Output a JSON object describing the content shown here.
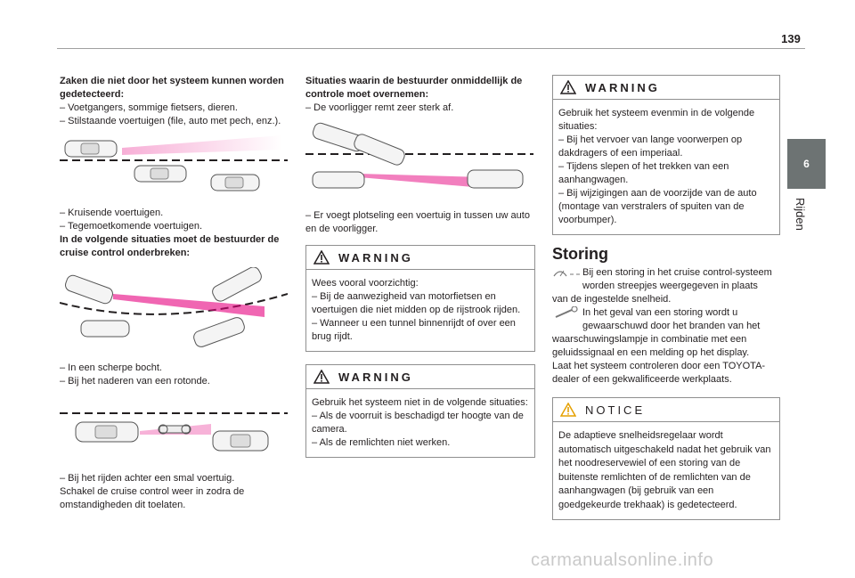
{
  "page": {
    "number": "139",
    "tab_number": "6",
    "tab_label": "Rijden",
    "watermark": "carmanualsonline.info"
  },
  "col1": {
    "heading1": "Zaken die niet door het systeem kunnen worden gedetecteerd:",
    "line1": "–  Voetgangers, sommige fietsers, dieren.",
    "line2": "–  Stilstaande voertuigen (file, auto met pech, enz.).",
    "line3": "–  Kruisende voertuigen.",
    "line4": "–  Tegemoetkomende voertuigen.",
    "heading2": "In de volgende situaties moet de bestuurder de cruise control onderbreken:",
    "line5": "–  In een scherpe bocht.",
    "line6": "–  Bij het naderen van een rotonde.",
    "line7": "–  Bij het rijden achter een smal voertuig.",
    "line8": "Schakel de cruise control weer in zodra de omstandigheden dit toelaten."
  },
  "col2": {
    "heading1": "Situaties waarin de bestuurder onmiddellijk de controle moet overnemen:",
    "line1": "–  De voorligger remt zeer sterk af.",
    "line2": "–  Er voegt plotseling een voertuig in tussen uw auto en de voorligger.",
    "warning1": {
      "title": "WARNING",
      "l1": "Wees vooral voorzichtig:",
      "l2": "–  Bij de aanwezigheid van motorfietsen en voertuigen die niet midden op de rijstrook rijden.",
      "l3": "–  Wanneer u een tunnel binnenrijdt of over een brug rijdt."
    },
    "warning2": {
      "title": "WARNING",
      "l1": "Gebruik het systeem niet in de volgende situaties:",
      "l2": "–  Als de voorruit is beschadigd ter hoogte van de camera.",
      "l3": "–  Als de remlichten niet werken."
    }
  },
  "col3": {
    "warning": {
      "title": "WARNING",
      "l1": "Gebruik het systeem evenmin in de volgende situaties:",
      "l2": "–  Bij het vervoer van lange voorwerpen op dakdragers of een imperiaal.",
      "l3": "–  Tijdens slepen of het trekken van een aanhangwagen.",
      "l4": "–  Bij wijzigingen aan de voorzijde van de auto (montage van verstralers of spuiten van de voorbumper)."
    },
    "storing": {
      "title": "Storing",
      "p1a": "Bij een storing in het cruise control-systeem worden streepjes weergegeven in plaats",
      "p1b": "van de ingestelde snelheid.",
      "p2a": "In het geval van een storing wordt u gewaarschuwd door het branden van het",
      "p2b": "waarschuwingslampje in combinatie met een geluidssignaal en een melding op het display.",
      "p3": "Laat het systeem controleren door een TOYOTA-dealer of een gekwalificeerde werkplaats."
    },
    "notice": {
      "title": "NOTICE",
      "text": "De adaptieve snelheidsregelaar wordt automatisch uitgeschakeld nadat het gebruik van het noodreservewiel of een storing van de buitenste remlichten of de remlichten van de aanhangwagen (bij gebruik van een goedgekeurde trekhaak) is gedetecteerd."
    }
  },
  "colors": {
    "tab": "#6d7373",
    "beam": "#e6007e",
    "warning_icon": "#231f20",
    "notice_icon": "#e5a000"
  },
  "icons": [
    "warning-icon",
    "notice-icon",
    "cruise-speed-icon",
    "wrench-icon",
    "car-icon"
  ]
}
